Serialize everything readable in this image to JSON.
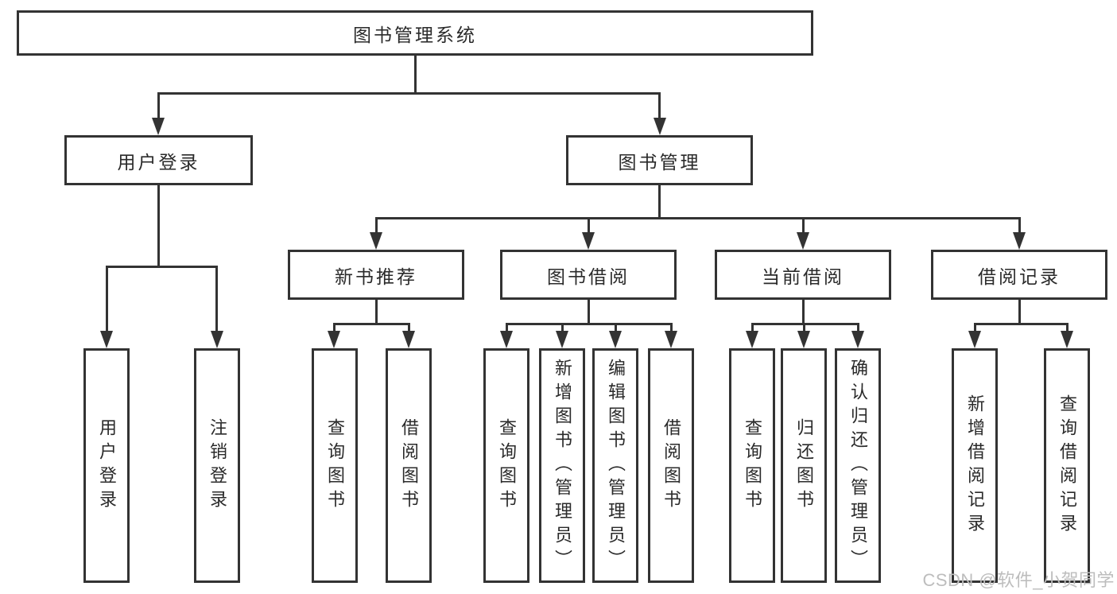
{
  "tree": {
    "label": "图书管理系统",
    "children": [
      {
        "label": "用户登录",
        "children": [
          {
            "label": "用户登录"
          },
          {
            "label": "注销登录"
          }
        ]
      },
      {
        "label": "图书管理",
        "children": [
          {
            "label": "新书推荐",
            "children": [
              {
                "label": "查询图书"
              },
              {
                "label": "借阅图书"
              }
            ]
          },
          {
            "label": "图书借阅",
            "children": [
              {
                "label": "查询图书"
              },
              {
                "label": "新增图书（管理员）"
              },
              {
                "label": "编辑图书（管理员）"
              },
              {
                "label": "借阅图书"
              }
            ]
          },
          {
            "label": "当前借阅",
            "children": [
              {
                "label": "查询图书"
              },
              {
                "label": "归还图书"
              },
              {
                "label": "确认归还（管理员）"
              }
            ]
          },
          {
            "label": "借阅记录",
            "children": [
              {
                "label": "新增借阅记录"
              },
              {
                "label": "查询借阅记录"
              }
            ]
          }
        ]
      }
    ]
  },
  "watermark": "CSDN @软件_小贺同学",
  "colors": {
    "line": "#333333",
    "text": "#2a2a2a",
    "box_fill": "#ffffff",
    "background": "#ffffff",
    "watermark": "#bdbdbd"
  }
}
